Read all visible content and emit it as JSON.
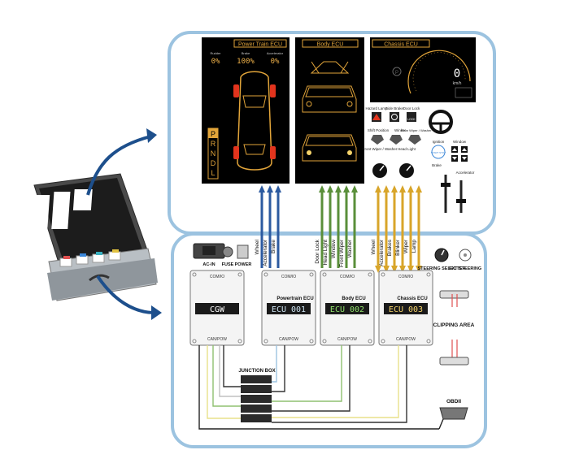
{
  "panels": {
    "powertrain": {
      "title": "Power Train ECU",
      "gauges": [
        {
          "label": "Rudder",
          "value": "0%"
        },
        {
          "label": "Brake",
          "value": "100%"
        },
        {
          "label": "Accelerator",
          "value": "0%"
        }
      ],
      "gears": [
        "P",
        "R",
        "N",
        "D",
        "L"
      ]
    },
    "body": {
      "title": "Body ECU"
    },
    "chassis": {
      "title": "Chassis ECU",
      "speed_value": "0",
      "speed_unit": "km/h",
      "p_symbol": "P"
    }
  },
  "controls": {
    "hazard_label": "Hazard Lamp",
    "side_brake_label": "Side Brake",
    "door_lock_label": "Door Lock",
    "lock_text": "LOCK",
    "shift_label": "Shift Position",
    "winker_label": "Winker",
    "rear_wiper_label": "Rear Wiper / Washer",
    "ignition_label": "Ignition",
    "start_stop": "START STOP",
    "window_label": "Window",
    "front_wiper_label": "Front Wiper / Washer",
    "head_light_label": "Head Light",
    "brake_label": "Brake",
    "accelerator_label": "Accelerator"
  },
  "signals": {
    "powertrain": [
      "Wheel",
      "Accelerator",
      "Brake"
    ],
    "body": [
      "Door Lock",
      "Head Light",
      "Window",
      "Front Wiper",
      "Washer"
    ],
    "chassis": [
      "Wheel",
      "Accelerator",
      "Brakes",
      "Blinker",
      "Wiper",
      "Lamp"
    ]
  },
  "bottom": {
    "ac_in": "AC-IN",
    "fuse": "FUSE",
    "power": "POWER",
    "com_io": "COM/IO",
    "can_pow": "CAN/POW",
    "modules": [
      {
        "name": "",
        "display": "CGW"
      },
      {
        "name": "Powertrain ECU",
        "display": "ECU 001"
      },
      {
        "name": "Body ECU",
        "display": "ECU 002"
      },
      {
        "name": "Chassis ECU",
        "display": "ECU 003"
      }
    ],
    "junction_box": "JUNCTION BOX",
    "steering_selecter": "STEERING SELECTER",
    "ext_steering": "EXT STEERING",
    "clipping_area": "CLIPPING AREA",
    "obdii": "OBDII"
  },
  "colors": {
    "frame": "#9cc3e0",
    "blue": "#2c5aa0",
    "green": "#5a8f3a",
    "gold": "#d8a52a",
    "panel_line": "#e2a53a"
  }
}
